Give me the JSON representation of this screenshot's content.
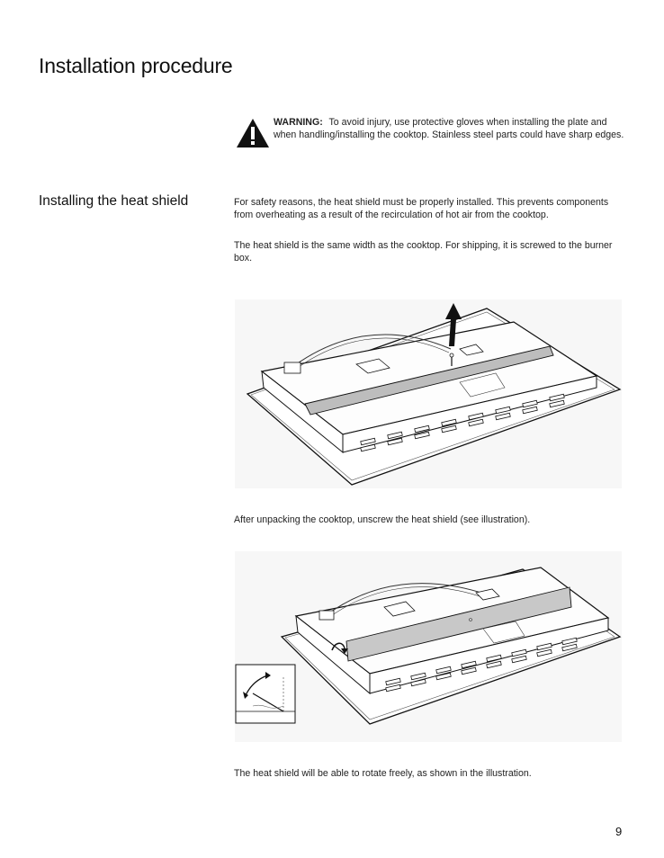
{
  "page": {
    "title": "Installation procedure",
    "page_number": "9"
  },
  "warning": {
    "icon": "warning-triangle-icon",
    "label": "WARNING:",
    "text": "To avoid injury, use protective gloves when installing the plate and when handling/installing the cooktop. Stainless steel parts could have sharp edges."
  },
  "section": {
    "heading": "Installing the heat shield",
    "paragraphs": [
      "For safety reasons, the heat shield must be properly installed. This prevents components from overheating as a result of the recirculation of hot air from the cooktop.",
      "The heat shield is the same width as the cooktop. For shipping, it is screwed to the burner box."
    ],
    "figure1_caption": "After unpacking the cooktop, unscrew the heat shield (see illustration).",
    "figure2_caption": "The heat shield will be able to rotate freely, as shown in the illustration."
  }
}
